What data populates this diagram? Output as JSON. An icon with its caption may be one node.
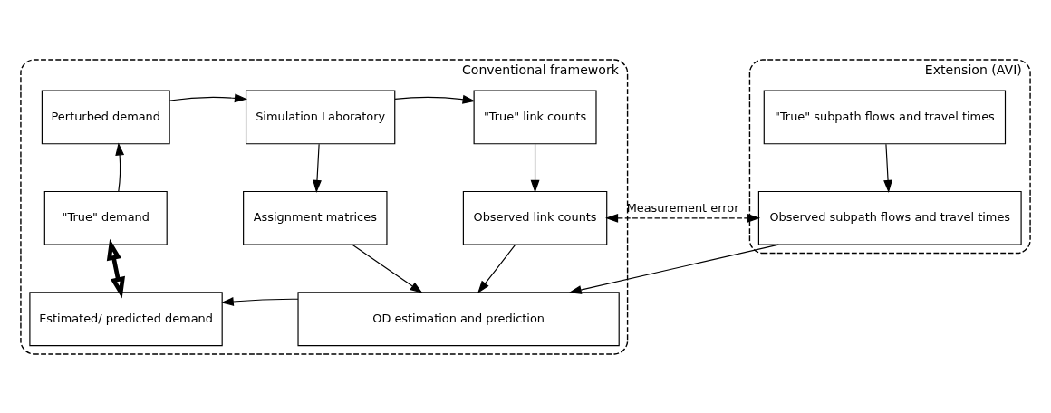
{
  "diagram": {
    "nodes": [
      {
        "text": [
          "Conventional framework"
        ]
      },
      {
        "text": [
          "Perturbed demand"
        ],
        "in": 0
      },
      {
        "text": [
          "Simulation Laboratory"
        ],
        "in": 0
      },
      {
        "text": [
          "\"True\" link counts"
        ],
        "in": 0
      },
      {
        "text": [
          "\"True\" demand"
        ],
        "in": 0
      },
      {
        "text": [
          "Assignment matrices"
        ],
        "in": 0
      },
      {
        "text": [
          "Observed link counts"
        ],
        "in": 0
      },
      {
        "text": [
          "Estimated/ predicted demand"
        ],
        "in": 0
      },
      {
        "text": [
          "OD estimation and prediction"
        ],
        "in": 0
      },
      {
        "text": [
          "Extension (AVI)"
        ]
      },
      {
        "text": [
          "\"True\" subpath flows and travel times"
        ],
        "in": 9
      },
      {
        "text": [
          "Observed subpath flows and travel times"
        ],
        "in": 9
      }
    ],
    "edges": [
      {
        "from": 1,
        "to": 2,
        "arrow": "to"
      },
      {
        "from": 2,
        "to": 3,
        "arrow": "to"
      },
      {
        "from": 4,
        "to": 1,
        "arrow": "to"
      },
      {
        "from": 2,
        "to": 5,
        "arrow": "to"
      },
      {
        "from": 3,
        "to": 6,
        "arrow": "to"
      },
      {
        "from": 10,
        "to": 11,
        "arrow": "to"
      },
      {
        "from": 6,
        "to": 11,
        "arrow": "both",
        "style": "dashed",
        "label": "Measurement error"
      },
      {
        "from": 5,
        "to": 8,
        "arrow": "to"
      },
      {
        "from": 6,
        "to": 8,
        "arrow": "to"
      },
      {
        "from": 11,
        "to": 8,
        "arrow": "to"
      },
      {
        "from": 8,
        "to": 7,
        "arrow": "to"
      },
      {
        "from": 4,
        "to": 7,
        "arrow": "both",
        "style": "thick"
      }
    ]
  }
}
